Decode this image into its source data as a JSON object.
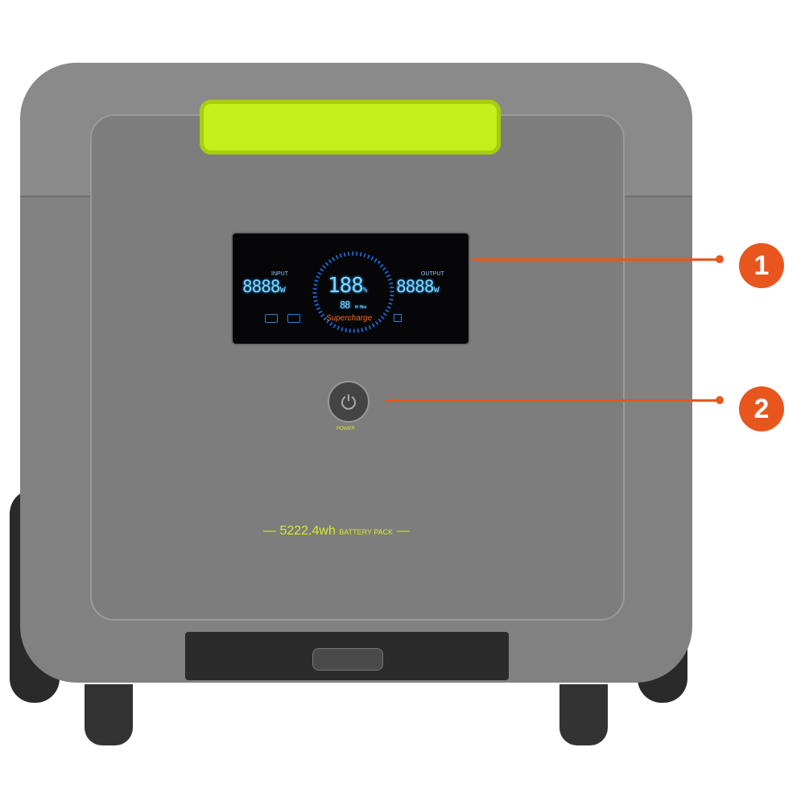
{
  "display": {
    "input_label": "INPUT",
    "input_value": "8888",
    "input_unit": "w",
    "percent": "188",
    "percent_unit": "%",
    "time": "88",
    "time_unit": "Hr Mins",
    "output_label": "OUTPUT",
    "output_value": "8888",
    "output_unit": "w",
    "supercharge": "Supercharge"
  },
  "power_label": "POWER",
  "capacity": "5222.4wh",
  "capacity_suffix": "BATTERY PACK",
  "callouts": [
    "1",
    "2"
  ],
  "colors": {
    "accent": "#e8561e",
    "lime": "#c6ef1b",
    "body": "#818181"
  }
}
